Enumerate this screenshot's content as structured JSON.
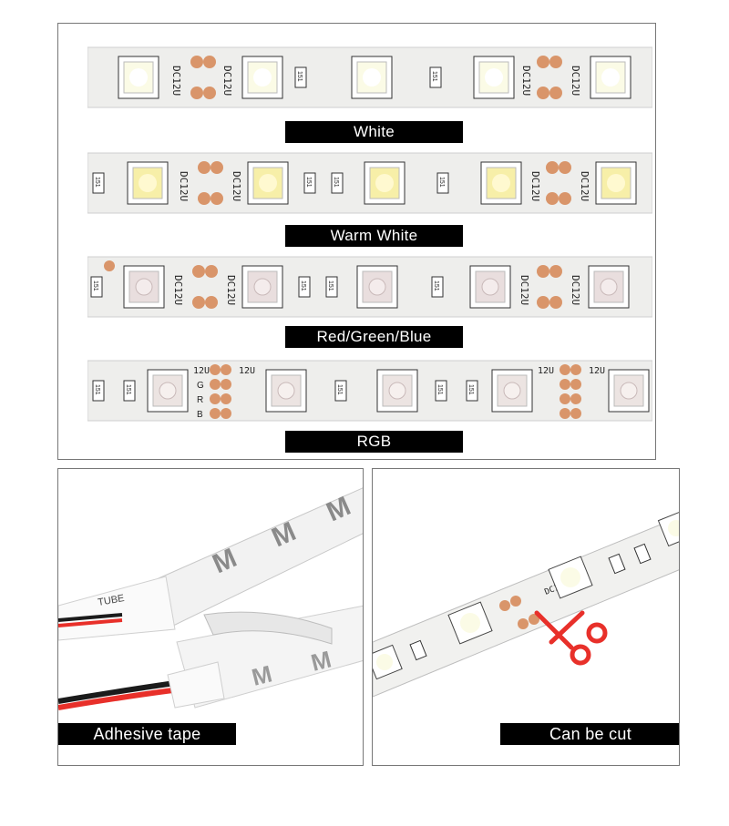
{
  "strips": [
    {
      "label": "White",
      "led_color": "#fbfbe6",
      "led_glow": "#ffffff"
    },
    {
      "label": "Warm White",
      "led_color": "#f7efa8",
      "led_glow": "#fff9d0"
    },
    {
      "label": "Red/Green/Blue",
      "led_color": "#e9dede",
      "led_glow": "#f4ecec"
    },
    {
      "label": "RGB",
      "led_color": "#ece4e2",
      "led_glow": "#f6f0ee"
    }
  ],
  "strip_text": {
    "voltage": "DC12U",
    "voltage_rgb": "12U",
    "resistor": "151",
    "rgb_pins": [
      "G",
      "R",
      "B"
    ]
  },
  "features": [
    {
      "label": "Adhesive tape",
      "wire_text": "TUBE"
    },
    {
      "label": "Can be cut",
      "voltage": "DC12V"
    }
  ],
  "colors": {
    "pcb": "#f2f2f0",
    "pad": "#d9956a",
    "wire_red": "#e8302a",
    "scissors": "#e8302a"
  }
}
